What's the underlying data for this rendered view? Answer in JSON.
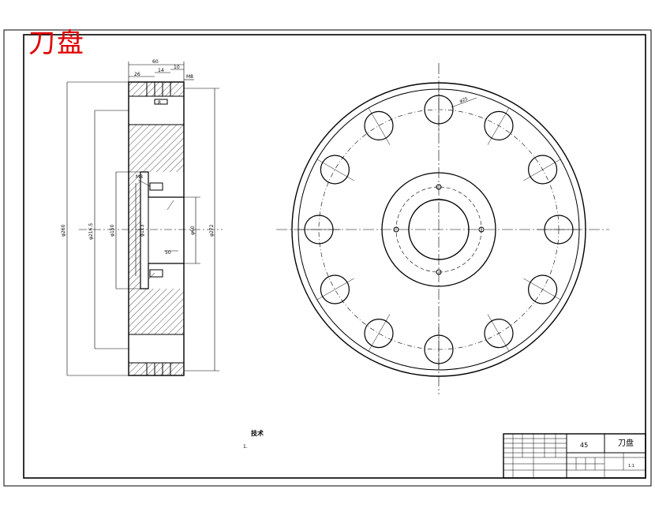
{
  "drawing": {
    "title": "刀盘",
    "tech_heading": "技术",
    "tech_note": "1.",
    "colors": {
      "line": "#000000",
      "title": "#e00000",
      "background": "#ffffff"
    }
  },
  "dimensions": {
    "top_60": "60",
    "top_26": "26",
    "top_14": "14",
    "top_10": "10",
    "top_M8": "M8",
    "small_box": "8",
    "hole_label": "M8",
    "bore_inner": "50",
    "phi_260": "φ260",
    "phi_2165": "φ216.5",
    "phi_150": "φ150",
    "phi_113": "φ113",
    "phi_60": "φ60",
    "phi_272": "φ272",
    "front_hole": "φ25"
  },
  "title_block": {
    "material": "45",
    "part_name": "刀盘",
    "scale": "1:1"
  }
}
